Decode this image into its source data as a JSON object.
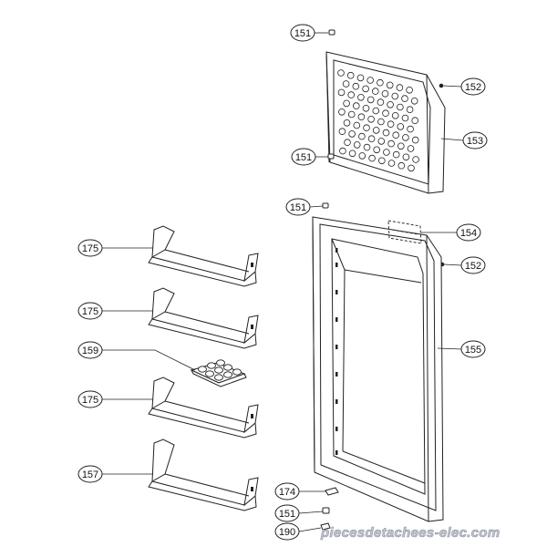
{
  "callouts": [
    {
      "id": "c151a",
      "label": "151"
    },
    {
      "id": "c152a",
      "label": "152"
    },
    {
      "id": "c153",
      "label": "153"
    },
    {
      "id": "c151b",
      "label": "151"
    },
    {
      "id": "c151c",
      "label": "151"
    },
    {
      "id": "c154",
      "label": "154"
    },
    {
      "id": "c152b",
      "label": "152"
    },
    {
      "id": "c155",
      "label": "155"
    },
    {
      "id": "c175a",
      "label": "175"
    },
    {
      "id": "c175b",
      "label": "175"
    },
    {
      "id": "c159",
      "label": "159"
    },
    {
      "id": "c175c",
      "label": "175"
    },
    {
      "id": "c157",
      "label": "157"
    },
    {
      "id": "c174",
      "label": "174"
    },
    {
      "id": "c151d",
      "label": "151"
    },
    {
      "id": "c190",
      "label": "190"
    }
  ],
  "watermark": "piecesdetachees-elec.com",
  "colors": {
    "line": "#222222",
    "fill": "#ffffff"
  }
}
